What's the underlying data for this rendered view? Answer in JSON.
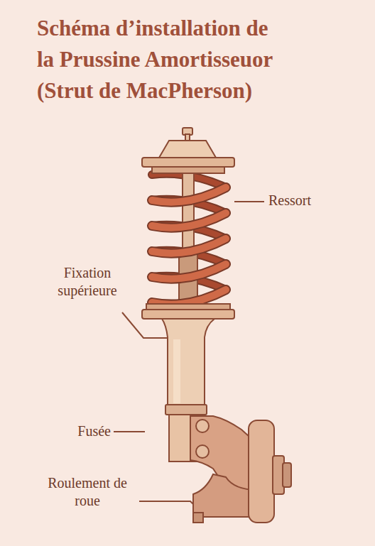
{
  "diagram": {
    "title": "Schéma d’installation de la Prussine Amortisseuor (Strut de MacPherson)",
    "labels": [
      "Ressort",
      "Fixation supérieure",
      "Fusée",
      "Roulement de roue"
    ]
  }
}
